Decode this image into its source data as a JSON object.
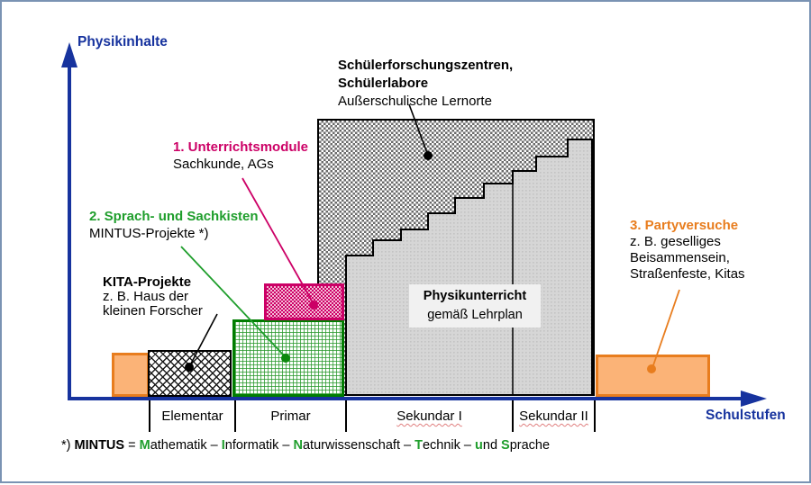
{
  "colors": {
    "axis_blue": "#17339e",
    "frame_blue": "#7a93b3",
    "pink": "#cc0066",
    "green": "#1f9e2c",
    "green_dark": "#007d00",
    "orange": "#e87d1e",
    "orange_fill": "#fbb377",
    "gray_fill": "#d6d6d6"
  },
  "axes": {
    "y_label": "Physikinhalte",
    "x_label": "Schulstufen",
    "x_categories": [
      {
        "label": "Elementar"
      },
      {
        "label": "Primar"
      },
      {
        "label": "Sekundar I"
      },
      {
        "label": "Sekundar II"
      }
    ]
  },
  "labels": {
    "schuelerlabore": {
      "line1": "Schülerforschungszentren,",
      "line2": "Schülerlabore",
      "line3": "Außerschulische Lernorte"
    },
    "unterrichtsmodule": {
      "title": "1. Unterrichtsmodule",
      "subtitle": "Sachkunde, AGs"
    },
    "sprachkisten": {
      "title": "2. Sprach- und Sachkisten",
      "subtitle": "MINTUS-Projekte *)"
    },
    "kita": {
      "title": "KITA-Projekte",
      "line2": "z. B. Haus der",
      "line3": "kleinen Forscher"
    },
    "partyversuche": {
      "title": "3. Partyversuche",
      "line2": "z. B. geselliges",
      "line3": "Beisammensein,",
      "line4": "Straßenfeste, Kitas"
    },
    "physikunterricht": {
      "title": "Physikunterricht",
      "subtitle": "gemäß Lehrplan"
    }
  },
  "footer": {
    "segments": [
      {
        "t": "*)  ",
        "b": false,
        "g": false
      },
      {
        "t": "MINTUS",
        "b": true,
        "g": false
      },
      {
        "t": " = ",
        "b": false,
        "g": false
      },
      {
        "t": "M",
        "b": true,
        "g": true
      },
      {
        "t": "athematik – ",
        "b": false,
        "g": false
      },
      {
        "t": "I",
        "b": true,
        "g": true
      },
      {
        "t": "nformatik – ",
        "b": false,
        "g": false
      },
      {
        "t": "N",
        "b": true,
        "g": true
      },
      {
        "t": "aturwissenschaft – ",
        "b": false,
        "g": false
      },
      {
        "t": "T",
        "b": true,
        "g": true
      },
      {
        "t": "echnik – ",
        "b": false,
        "g": false
      },
      {
        "t": "u",
        "b": true,
        "g": true
      },
      {
        "t": "nd ",
        "b": false,
        "g": false
      },
      {
        "t": "S",
        "b": true,
        "g": true
      },
      {
        "t": "prache",
        "b": false,
        "g": false
      }
    ]
  }
}
